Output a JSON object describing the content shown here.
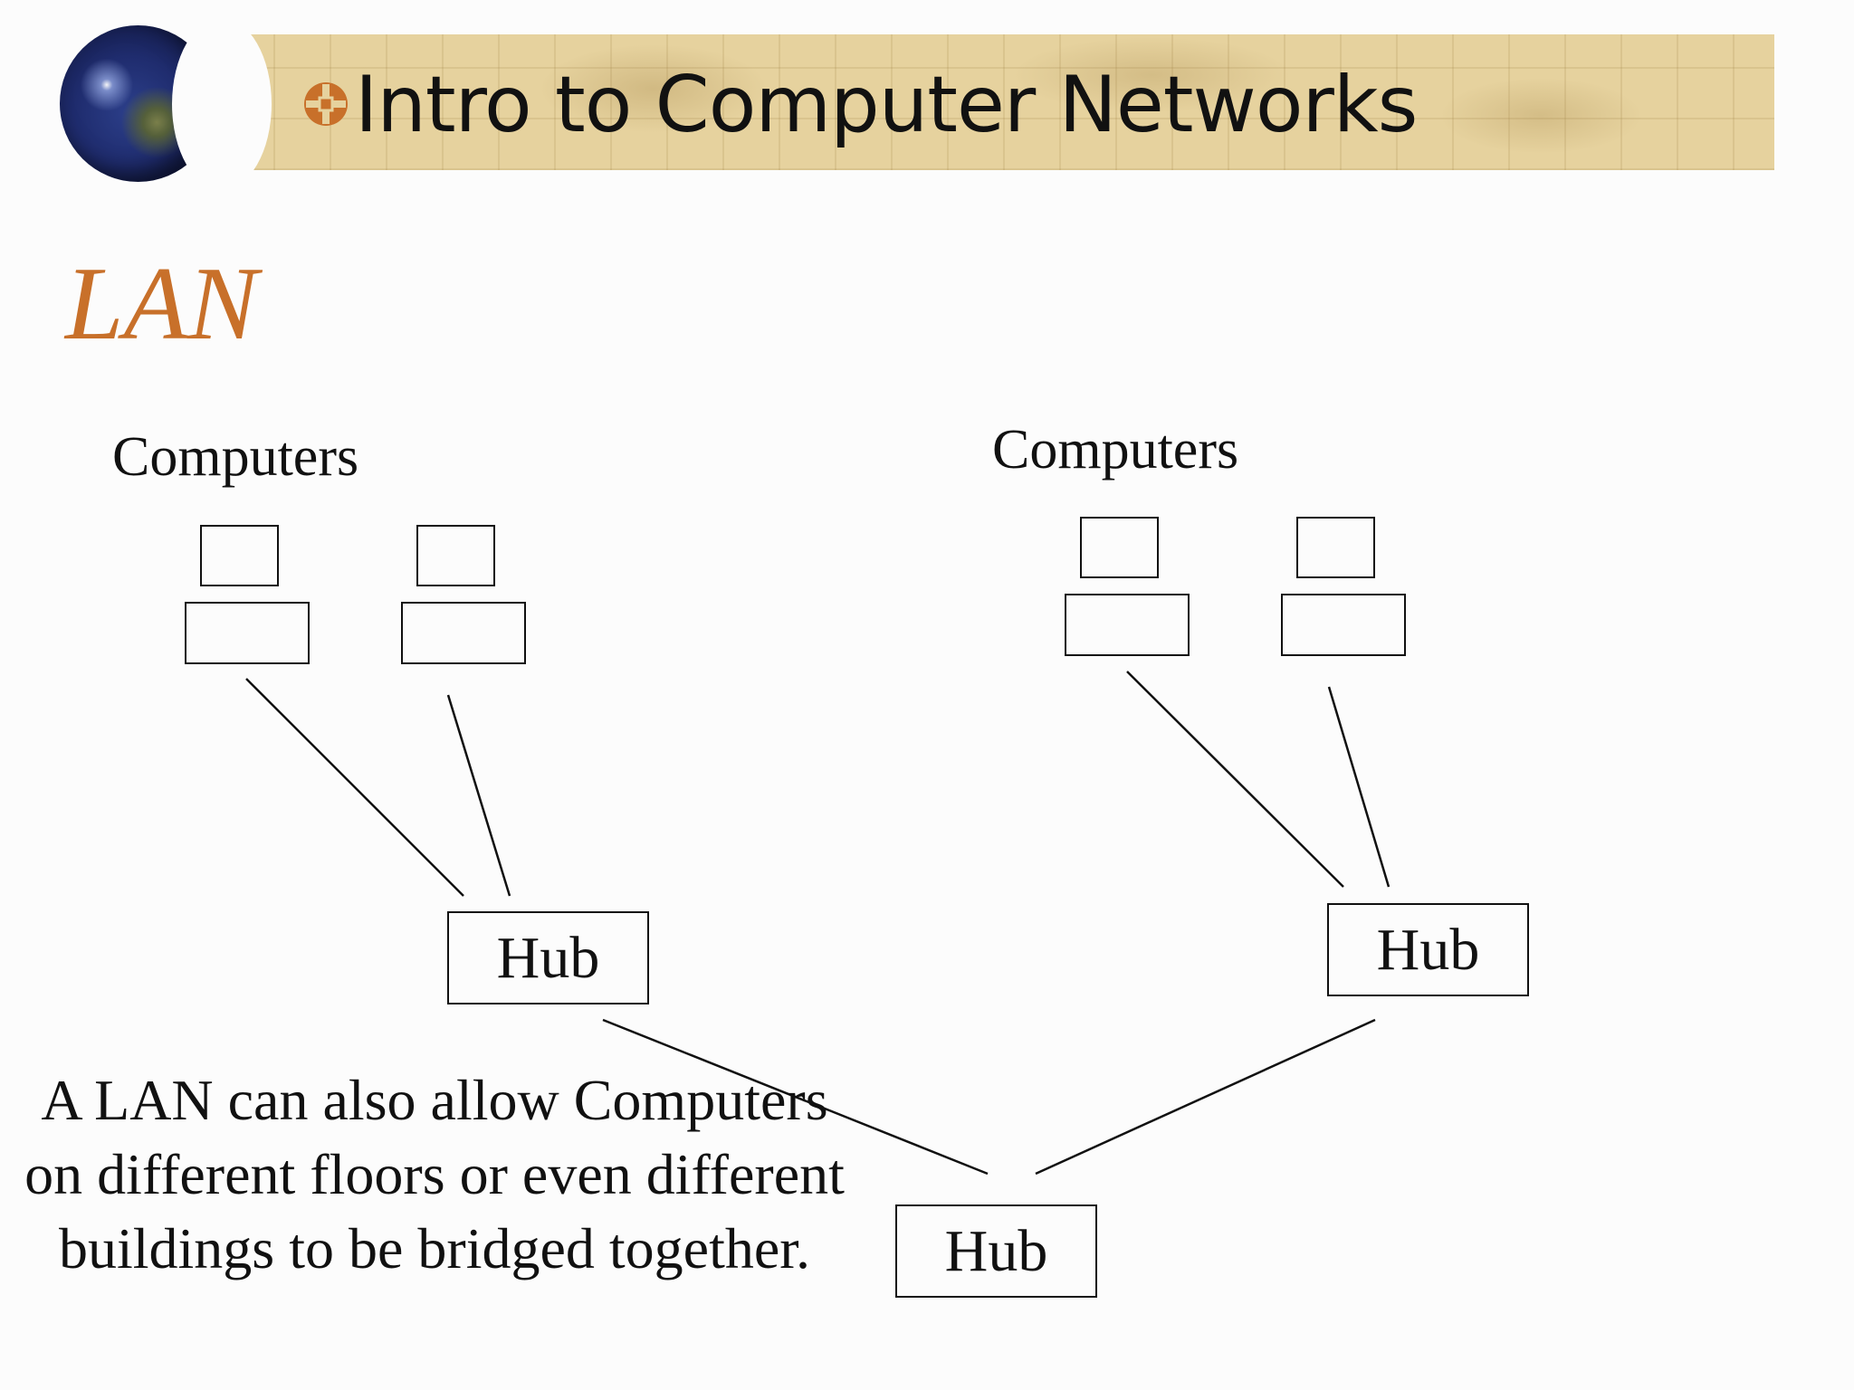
{
  "header": {
    "title": "Intro to Computer Networks",
    "icon": "globe-icon"
  },
  "slide": {
    "title": "LAN"
  },
  "diagram": {
    "left_group_label": "Computers",
    "right_group_label": "Computers",
    "hub_left": "Hub",
    "hub_right": "Hub",
    "hub_bottom": "Hub"
  },
  "caption": "A LAN can also allow Computers on different floors or even different buildings to be bridged together."
}
